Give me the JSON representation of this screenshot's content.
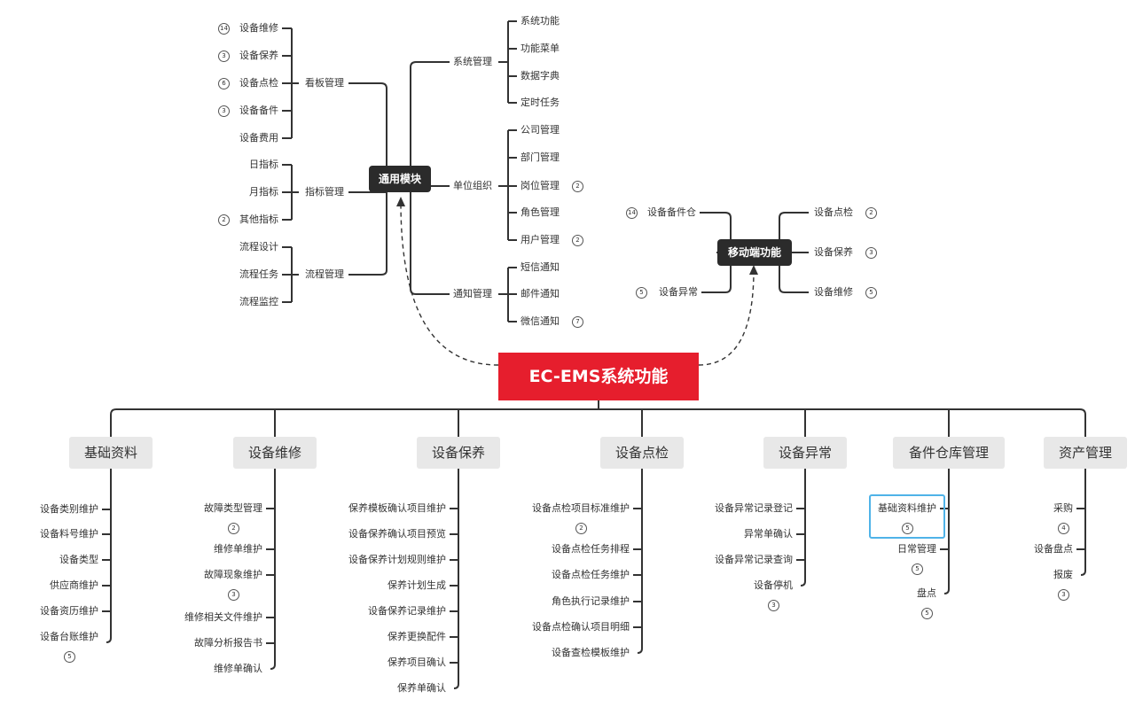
{
  "root": {
    "label": "EC-EMS系统功能"
  },
  "general": {
    "label": "通用模块",
    "left_groups": [
      {
        "label": "看板管理",
        "items": [
          {
            "label": "设备维修",
            "badge": "14"
          },
          {
            "label": "设备保养",
            "badge": "3"
          },
          {
            "label": "设备点检",
            "badge": "6"
          },
          {
            "label": "设备备件",
            "badge": "3"
          },
          {
            "label": "设备费用",
            "badge": ""
          }
        ]
      },
      {
        "label": "指标管理",
        "items": [
          {
            "label": "日指标",
            "badge": ""
          },
          {
            "label": "月指标",
            "badge": ""
          },
          {
            "label": "其他指标",
            "badge": "2"
          }
        ]
      },
      {
        "label": "流程管理",
        "items": [
          {
            "label": "流程设计",
            "badge": ""
          },
          {
            "label": "流程任务",
            "badge": ""
          },
          {
            "label": "流程监控",
            "badge": ""
          }
        ]
      }
    ],
    "right_groups": [
      {
        "label": "系统管理",
        "items": [
          {
            "label": "系统功能",
            "badge": ""
          },
          {
            "label": "功能菜单",
            "badge": ""
          },
          {
            "label": "数据字典",
            "badge": ""
          },
          {
            "label": "定时任务",
            "badge": ""
          }
        ]
      },
      {
        "label": "单位组织",
        "items": [
          {
            "label": "公司管理",
            "badge": ""
          },
          {
            "label": "部门管理",
            "badge": ""
          },
          {
            "label": "岗位管理",
            "badge": "2"
          },
          {
            "label": "角色管理",
            "badge": ""
          },
          {
            "label": "用户管理",
            "badge": "2"
          }
        ]
      },
      {
        "label": "通知管理",
        "items": [
          {
            "label": "短信通知",
            "badge": ""
          },
          {
            "label": "邮件通知",
            "badge": ""
          },
          {
            "label": "微信通知",
            "badge": "7"
          }
        ]
      }
    ]
  },
  "mobile": {
    "label": "移动端功能",
    "left": [
      {
        "label": "设备备件仓",
        "badge": "14"
      },
      {
        "label": "设备异常",
        "badge": "5"
      }
    ],
    "right": [
      {
        "label": "设备点检",
        "badge": "2"
      },
      {
        "label": "设备保养",
        "badge": "3"
      },
      {
        "label": "设备维修",
        "badge": "5"
      }
    ]
  },
  "categories": [
    {
      "label": "基础资料",
      "items": [
        {
          "label": "设备类别维护",
          "badge": ""
        },
        {
          "label": "设备料号维护",
          "badge": ""
        },
        {
          "label": "设备类型",
          "badge": ""
        },
        {
          "label": "供应商维护",
          "badge": ""
        },
        {
          "label": "设备资历维护",
          "badge": ""
        },
        {
          "label": "设备台账维护",
          "badge": "5"
        }
      ]
    },
    {
      "label": "设备维修",
      "items": [
        {
          "label": "故障类型管理",
          "badge": "2"
        },
        {
          "label": "维修单维护",
          "badge": ""
        },
        {
          "label": "故障现象维护",
          "badge": "3"
        },
        {
          "label": "维修相关文件维护",
          "badge": ""
        },
        {
          "label": "故障分析报告书",
          "badge": ""
        },
        {
          "label": "维修单确认",
          "badge": ""
        }
      ]
    },
    {
      "label": "设备保养",
      "items": [
        {
          "label": "保养模板确认项目维护",
          "badge": ""
        },
        {
          "label": "设备保养确认项目预览",
          "badge": ""
        },
        {
          "label": "设备保养计划规则维护",
          "badge": ""
        },
        {
          "label": "保养计划生成",
          "badge": ""
        },
        {
          "label": "设备保养记录维护",
          "badge": ""
        },
        {
          "label": "保养更换配件",
          "badge": ""
        },
        {
          "label": "保养项目确认",
          "badge": ""
        },
        {
          "label": "保养单确认",
          "badge": ""
        }
      ]
    },
    {
      "label": "设备点检",
      "items": [
        {
          "label": "设备点检项目标准维护",
          "badge": "2"
        },
        {
          "label": "设备点检任务排程",
          "badge": ""
        },
        {
          "label": "设备点检任务维护",
          "badge": ""
        },
        {
          "label": "角色执行记录维护",
          "badge": ""
        },
        {
          "label": "设备点检确认项目明细",
          "badge": ""
        },
        {
          "label": "设备查检模板维护",
          "badge": ""
        }
      ]
    },
    {
      "label": "设备异常",
      "items": [
        {
          "label": "设备异常记录登记",
          "badge": ""
        },
        {
          "label": "异常单确认",
          "badge": ""
        },
        {
          "label": "设备异常记录查询",
          "badge": ""
        },
        {
          "label": "设备停机",
          "badge": "3"
        }
      ]
    },
    {
      "label": "备件仓库管理",
      "items": [
        {
          "label": "基础资料维护",
          "badge": "5"
        },
        {
          "label": "日常管理",
          "badge": "5"
        },
        {
          "label": "盘点",
          "badge": "5"
        }
      ]
    },
    {
      "label": "资产管理",
      "items": [
        {
          "label": "采购",
          "badge": "4"
        },
        {
          "label": "设备盘点",
          "badge": ""
        },
        {
          "label": "报废",
          "badge": "3"
        }
      ]
    }
  ]
}
